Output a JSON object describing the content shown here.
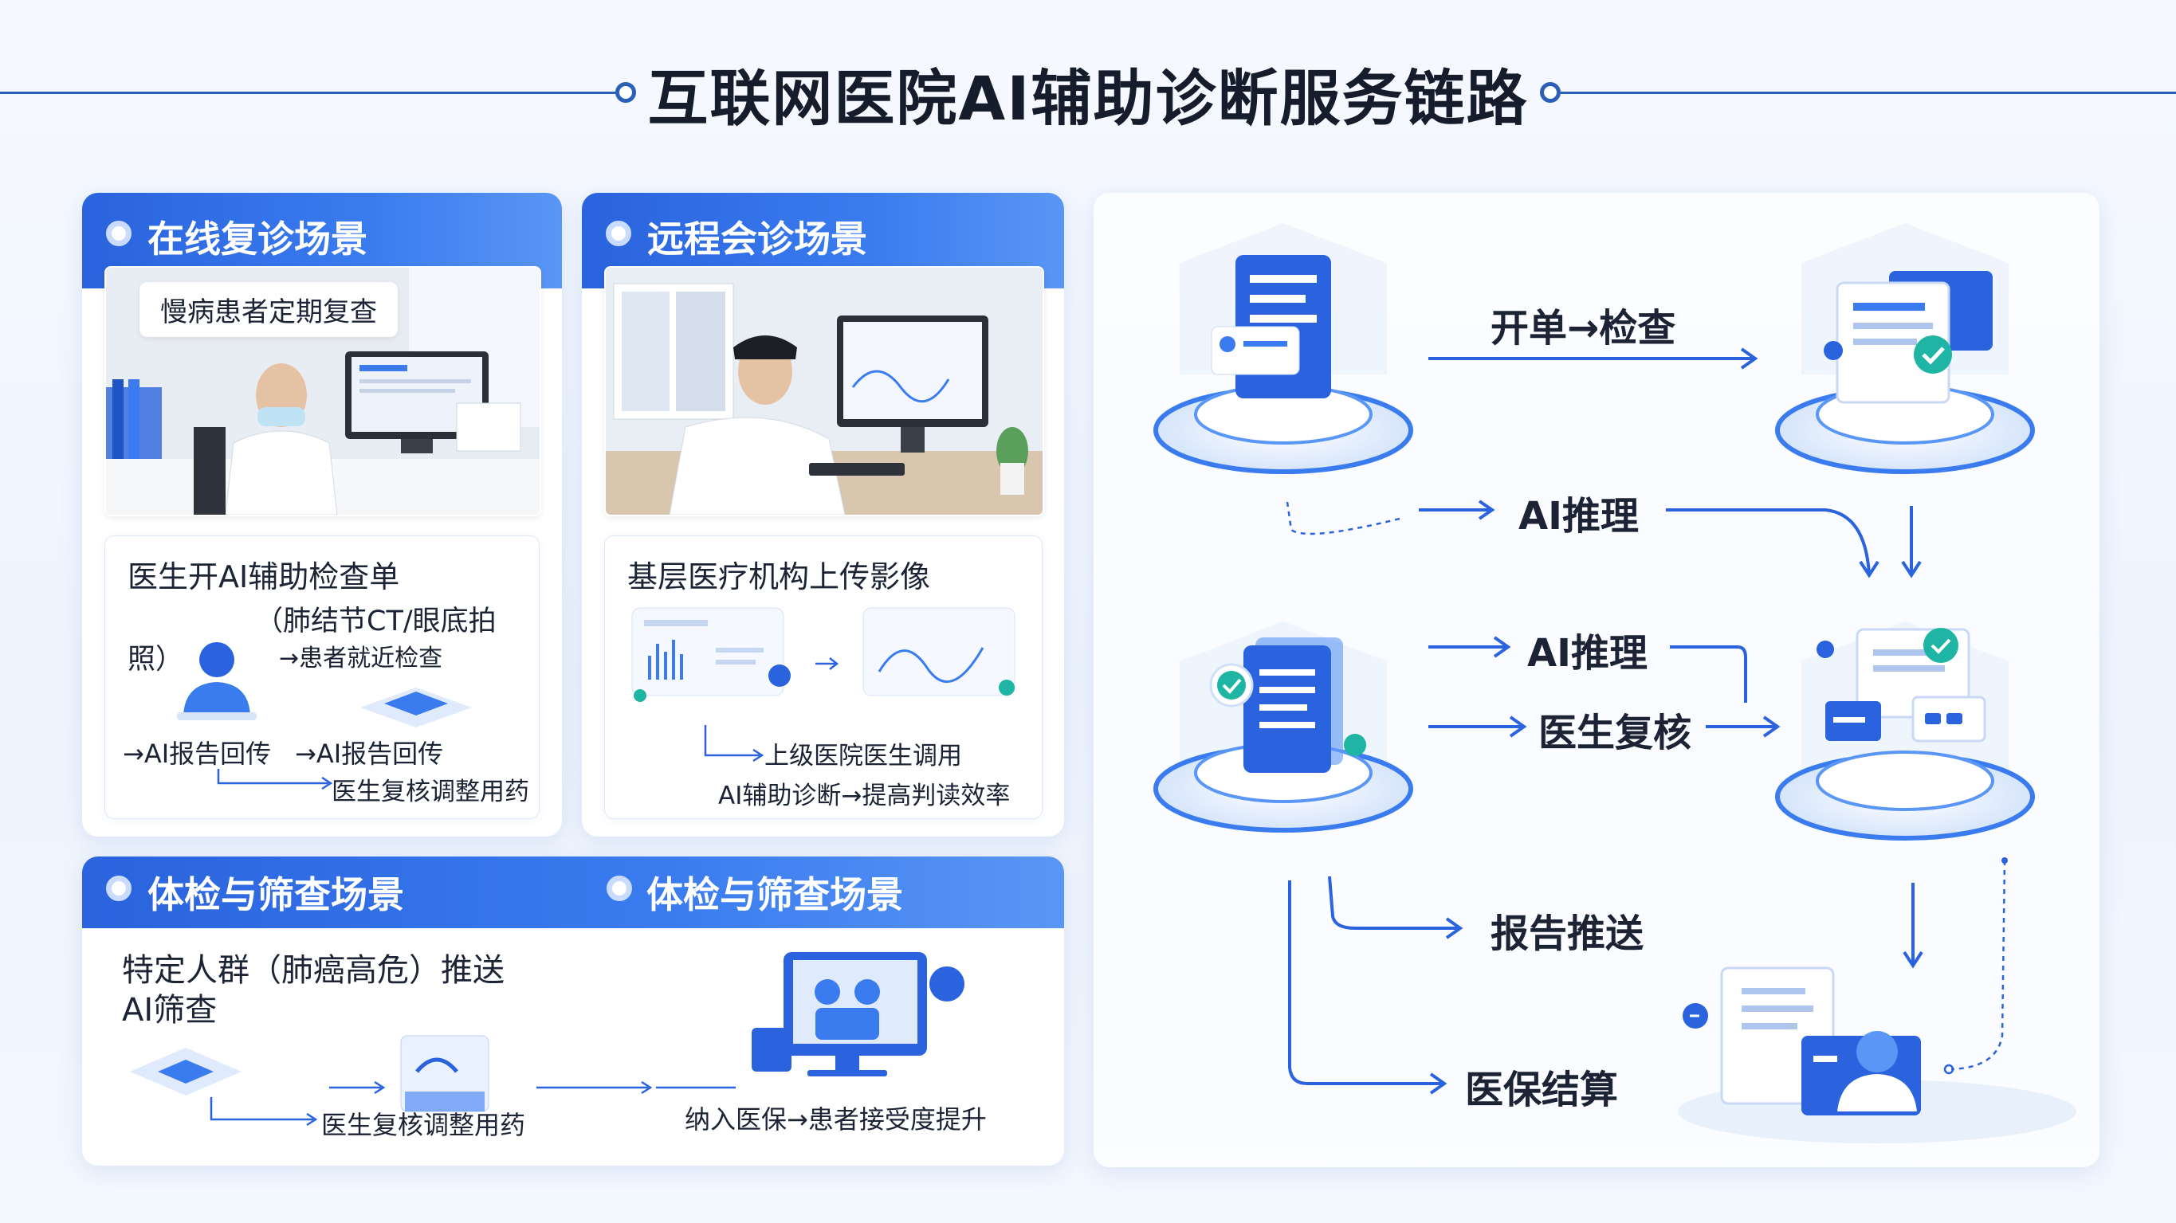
{
  "title": "互联网医院AI辅助诊断服务链路",
  "panels": {
    "online": {
      "header": "在线复诊场景",
      "photo_label": "慢病患者定期复查",
      "line1": "医生开AI辅助检查单",
      "line2": "（肺结节CT/眼底拍",
      "line3": "照）",
      "line4": "→患者就近检查",
      "line5": "→AI报告回传",
      "line6": "→AI报告回传",
      "line7": "医生复核调整用药"
    },
    "remote": {
      "header": "远程会诊场景",
      "line1": "基层医疗机构上传影像",
      "line2": "上级医院医生调用",
      "line3": "AI辅助诊断→提高判读效率"
    },
    "screening": {
      "header_left": "体检与筛查场景",
      "header_right": "体检与筛查场景",
      "line1": "特定人群（肺癌高危）推送",
      "line2": "AI筛查",
      "line3": "医生复核调整用药",
      "line4": "纳入医保→患者接受度提升"
    }
  },
  "flow": {
    "step1": "开单→检查",
    "step2": "AI推理",
    "step3": "AI推理",
    "step4": "医生复核",
    "step5": "报告推送",
    "step6": "医保结算"
  },
  "colors": {
    "primary": "#2a63dd",
    "accent": "#3a7cf0",
    "line": "#2b5fb8",
    "teal": "#1fb5a4"
  }
}
